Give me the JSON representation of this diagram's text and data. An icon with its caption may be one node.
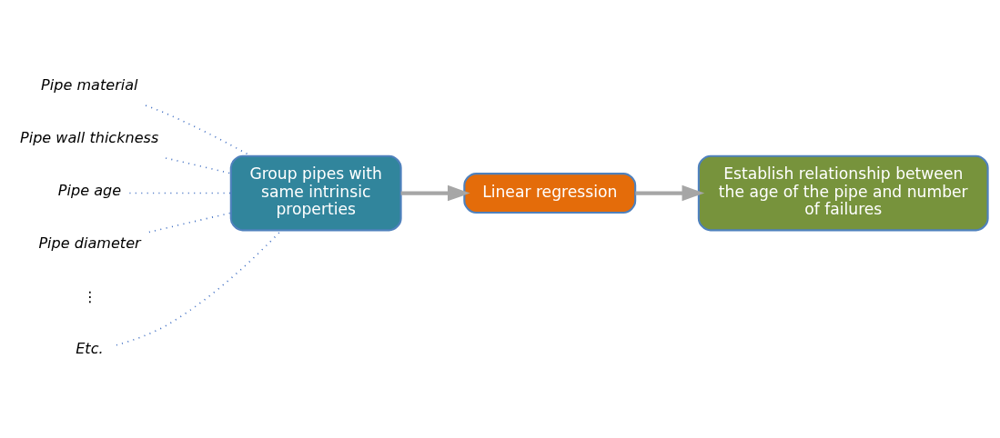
{
  "diagram": {
    "nodes": [
      {
        "text": [
          "Pipe material"
        ]
      },
      {
        "text": [
          "Pipe wall thickness"
        ]
      },
      {
        "text": [
          "Pipe age"
        ]
      },
      {
        "text": [
          "Pipe diameter"
        ]
      },
      {
        "text": [
          "Etc."
        ]
      },
      {
        "text": [
          "Group pipes with same intrinsic properties"
        ]
      },
      {
        "text": [
          "Linear regression"
        ]
      },
      {
        "text": [
          "Establish relationship between the age of the pipe and number of failures"
        ]
      }
    ],
    "edges": [
      {
        "from": 0,
        "to": 5,
        "arrow": "none",
        "style": "dashed"
      },
      {
        "from": 1,
        "to": 5,
        "arrow": "none",
        "style": "dashed"
      },
      {
        "from": 2,
        "to": 5,
        "arrow": "none",
        "style": "dashed"
      },
      {
        "from": 3,
        "to": 5,
        "arrow": "none",
        "style": "dashed"
      },
      {
        "from": 4,
        "to": 5,
        "arrow": "none",
        "style": "dashed"
      },
      {
        "from": 5,
        "to": 6,
        "arrow": "to",
        "style": "thick",
        "color": "#a6a6a6"
      },
      {
        "from": 6,
        "to": 7,
        "arrow": "to",
        "style": "thick",
        "color": "#a6a6a6"
      }
    ],
    "labels": [
      "⋮"
    ]
  }
}
